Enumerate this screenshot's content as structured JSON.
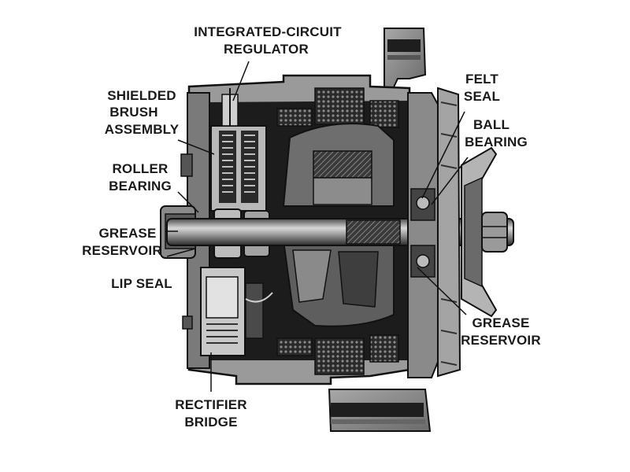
{
  "labels": {
    "integrated_circuit_regulator": {
      "line1": "INTEGRATED-CIRCUIT",
      "line2": "REGULATOR"
    },
    "shielded_brush_assembly": {
      "line1": "SHIELDED",
      "line2": "BRUSH",
      "line3": "ASSEMBLY"
    },
    "roller_bearing": {
      "line1": "ROLLER",
      "line2": "BEARING"
    },
    "grease_reservoir_left": {
      "line1": "GREASE",
      "line2": "RESERVOIR"
    },
    "lip_seal": {
      "line1": "LIP SEAL"
    },
    "rectifier_bridge": {
      "line1": "RECTIFIER",
      "line2": "BRIDGE"
    },
    "felt_seal": {
      "line1": "FELT",
      "line2": "SEAL"
    },
    "ball_bearing": {
      "line1": "BALL",
      "line2": "BEARING"
    },
    "grease_reservoir_right": {
      "line1": "GREASE",
      "line2": "RESERVOIR"
    }
  }
}
